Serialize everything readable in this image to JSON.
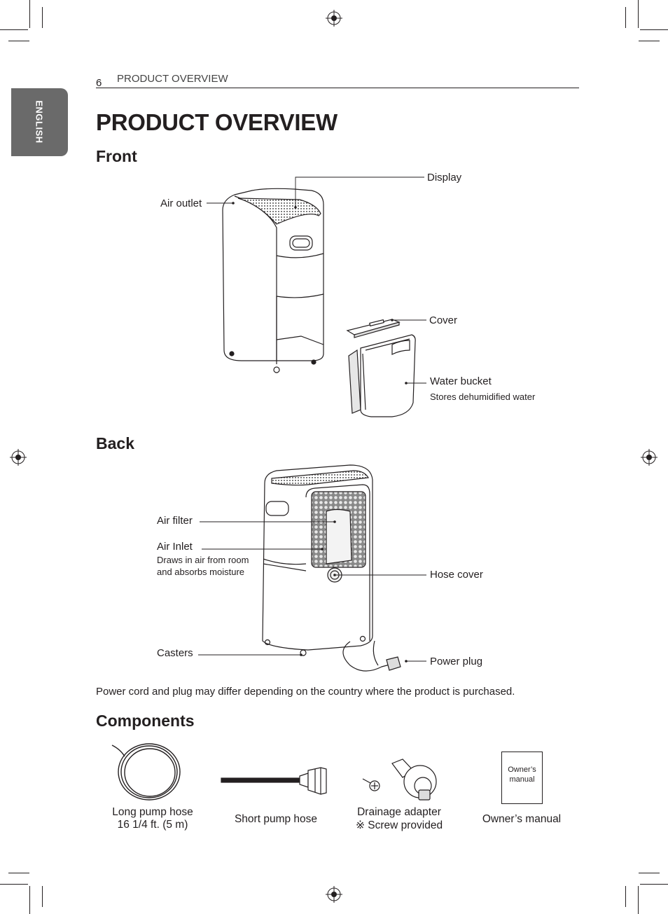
{
  "header": {
    "side_tab": "ENGLISH",
    "page_number": "6",
    "running_head": "PRODUCT OVERVIEW"
  },
  "title": "PRODUCT OVERVIEW",
  "front": {
    "heading": "Front",
    "labels": {
      "display": "Display",
      "air_outlet": "Air outlet",
      "cover": "Cover",
      "water_bucket": "Water bucket",
      "water_bucket_desc": "Stores dehumidified water"
    }
  },
  "back": {
    "heading": "Back",
    "labels": {
      "air_filter": "Air filter",
      "air_inlet": "Air Inlet",
      "air_inlet_desc_1": "Draws in air from room",
      "air_inlet_desc_2": "and absorbs moisture",
      "hose_cover": "Hose cover",
      "casters": "Casters",
      "power_plug": "Power plug"
    }
  },
  "note": "Power cord and plug may differ depending on the country where the product is purchased.",
  "components": {
    "heading": "Components",
    "items": [
      {
        "name": "Long pump hose",
        "detail": "16 1/4 ft. (5 m)"
      },
      {
        "name": "Short pump hose",
        "detail": ""
      },
      {
        "name": "Drainage adapter",
        "detail": "※ Screw provided"
      },
      {
        "name": "Owner’s manual",
        "detail": ""
      }
    ],
    "manual_cover_line1": "Owner’s",
    "manual_cover_line2": "manual"
  }
}
